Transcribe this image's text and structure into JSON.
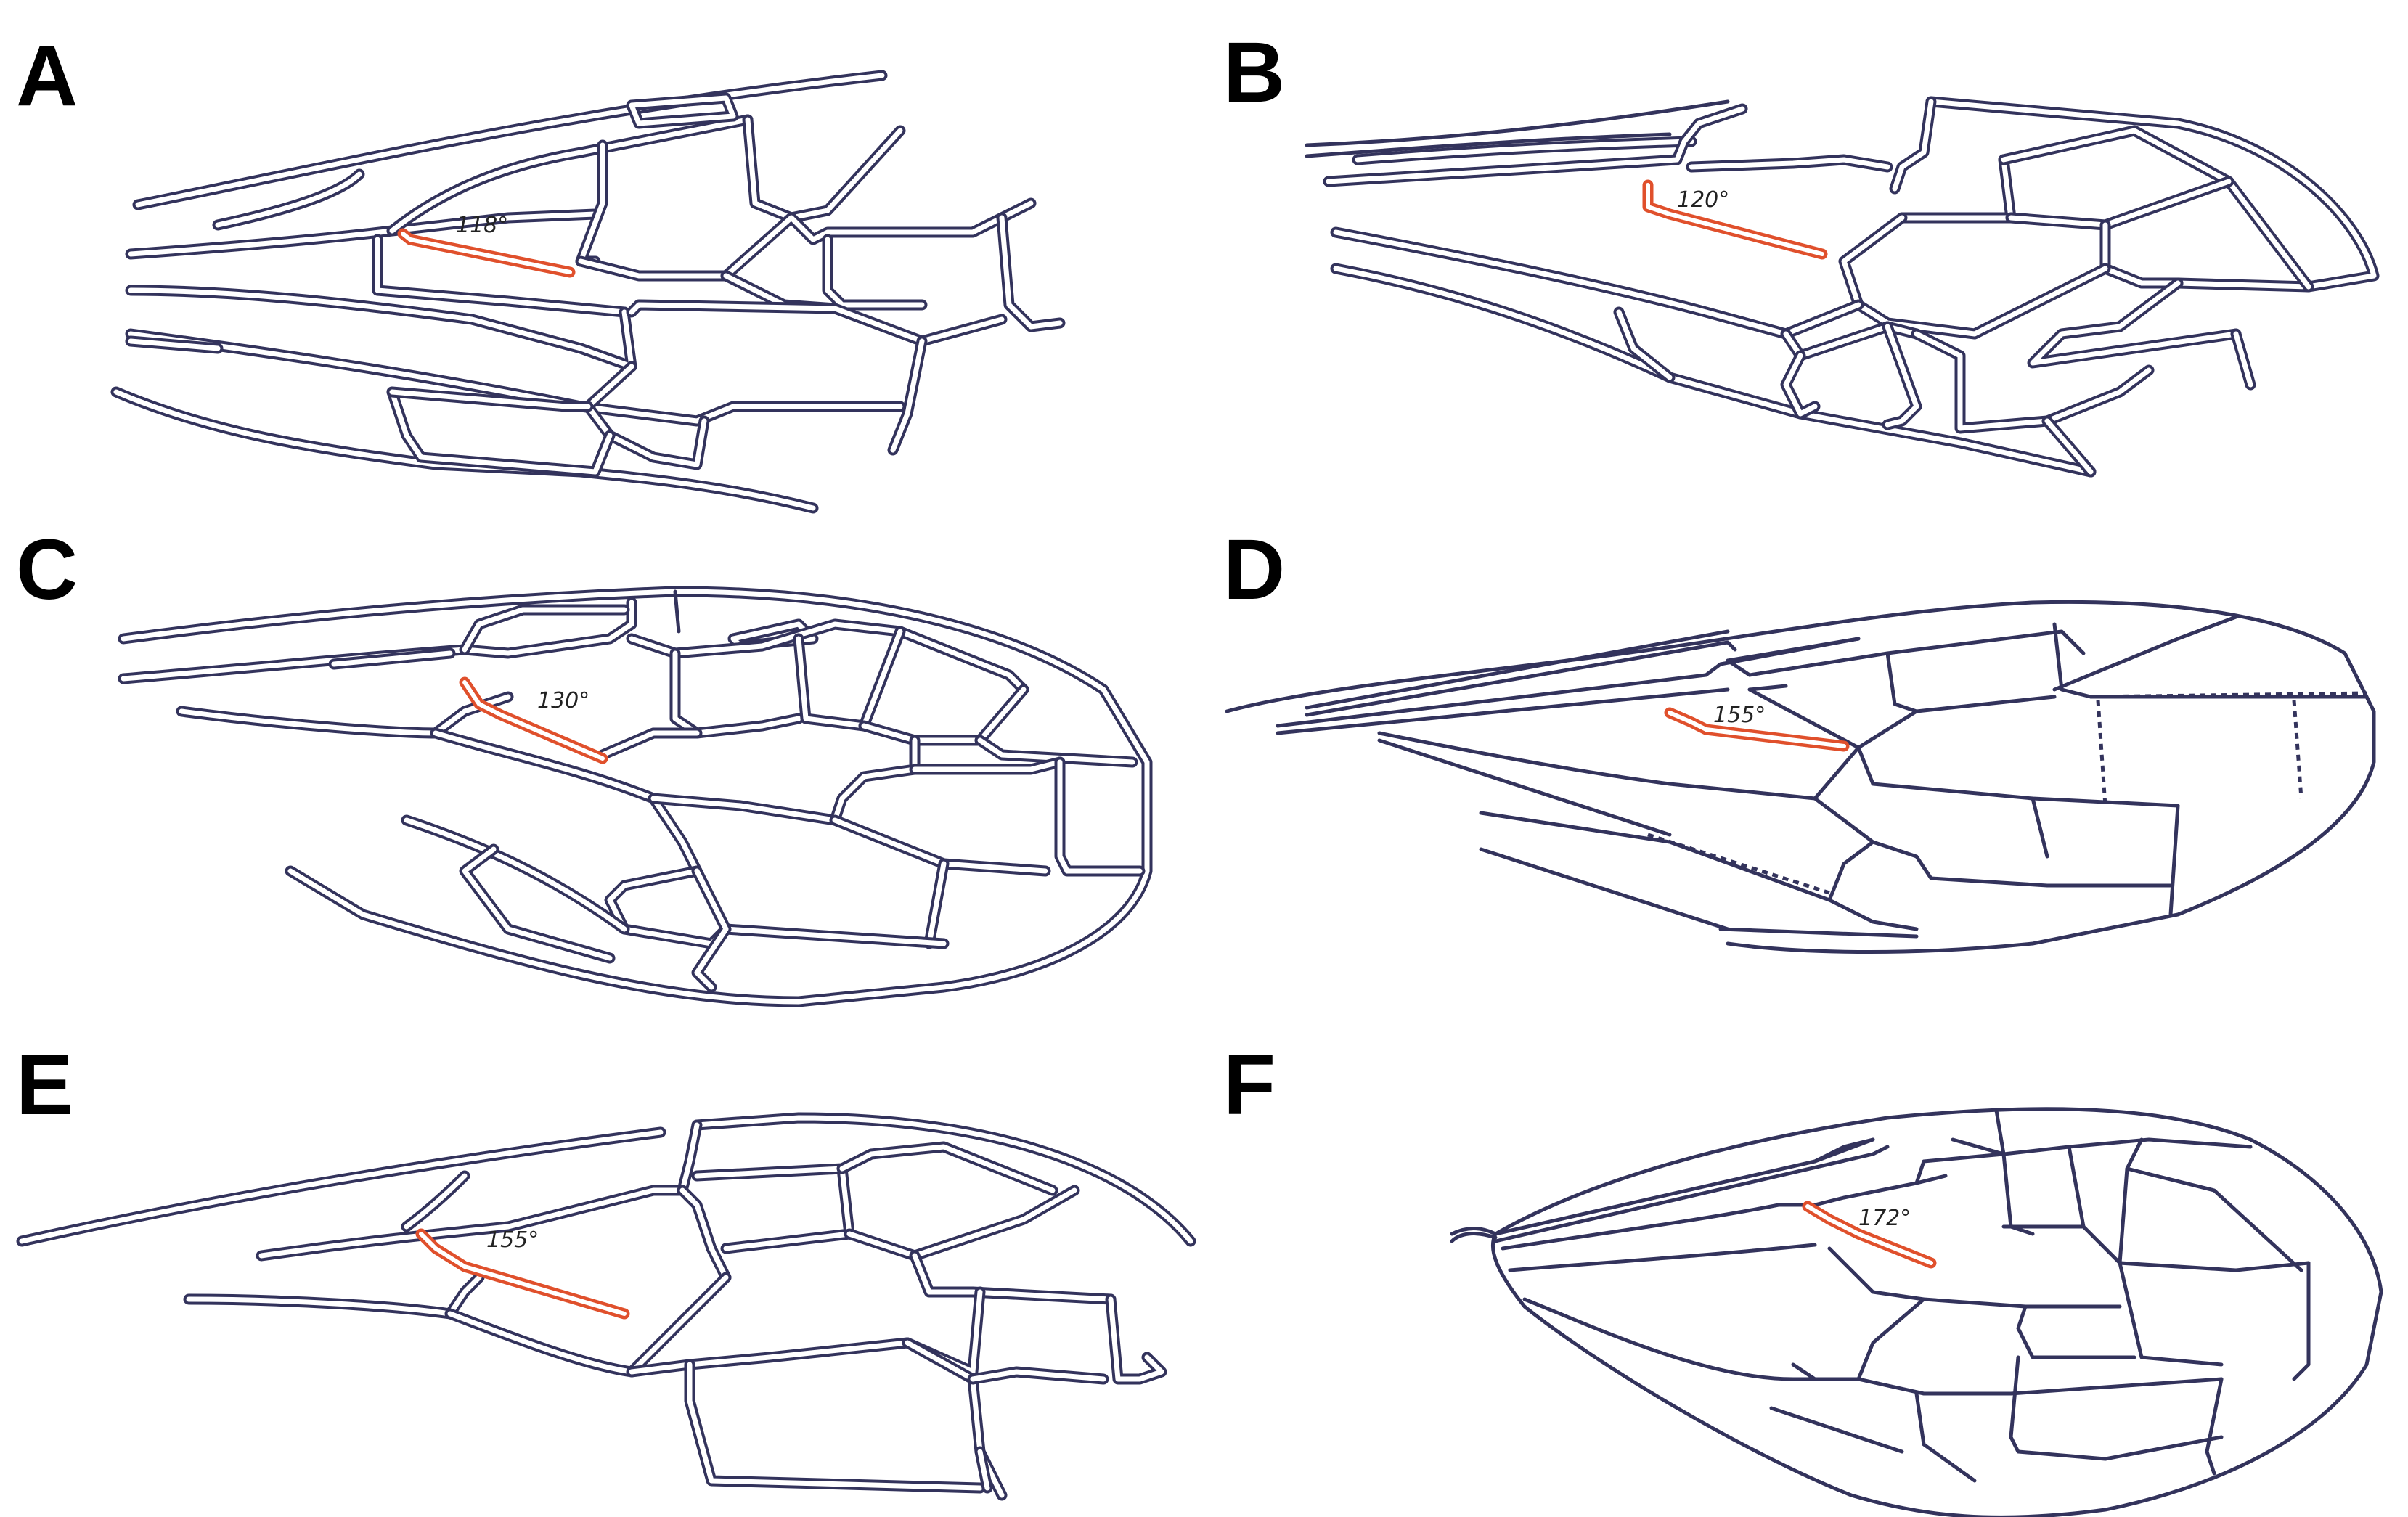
{
  "panels": [
    {
      "letter": "A",
      "angle": "118°"
    },
    {
      "letter": "B",
      "angle": "120°"
    },
    {
      "letter": "C",
      "angle": "130°"
    },
    {
      "letter": "D",
      "angle": "155°"
    },
    {
      "letter": "E",
      "angle": "155°"
    },
    {
      "letter": "F",
      "angle": "172°"
    }
  ],
  "colors": {
    "vein": "#33335c",
    "highlight_vein": "#e0502c",
    "background": "#ffffff"
  }
}
